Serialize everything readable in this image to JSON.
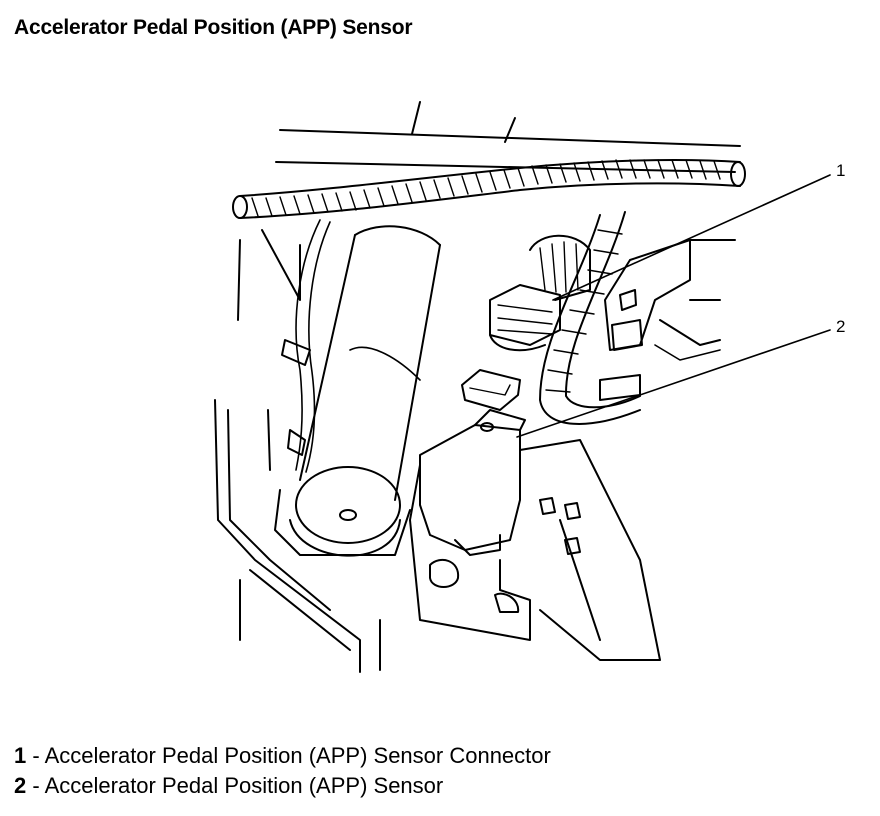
{
  "title": "Accelerator Pedal Position (APP) Sensor",
  "callouts": [
    {
      "number": "1",
      "label": "Accelerator Pedal Position (APP) Sensor Connector"
    },
    {
      "number": "2",
      "label": "Accelerator Pedal Position (APP) Sensor"
    }
  ],
  "separator": " - ",
  "colors": {
    "line": "#000000",
    "background": "#ffffff"
  }
}
